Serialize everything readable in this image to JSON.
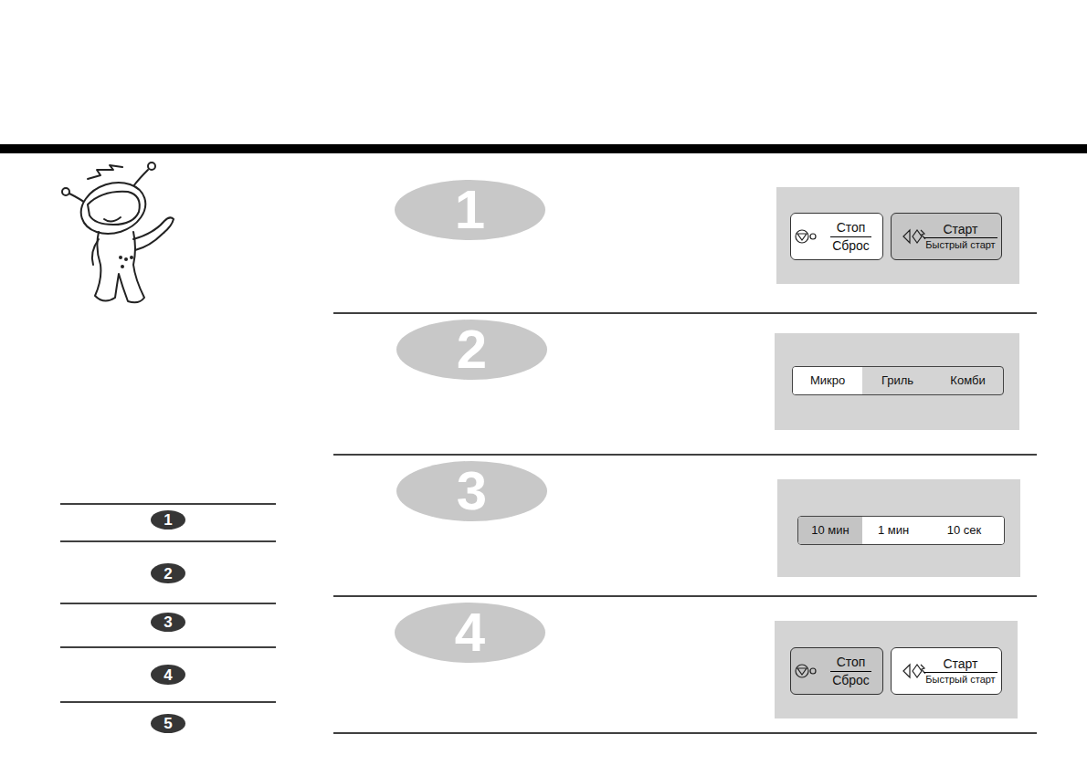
{
  "diagram": {
    "nodes": [
      {
        "text": [
          "1"
        ]
      },
      {
        "text": [
          "Стоп",
          "Сброс"
        ]
      },
      {
        "text": [
          "Старт",
          "Быстрый старт"
        ]
      },
      {
        "text": [
          "2"
        ]
      },
      {
        "text": [
          "Микро",
          "Гриль",
          "Комби"
        ]
      },
      {
        "text": [
          "3"
        ]
      },
      {
        "text": [
          "10 мин",
          "1 мин",
          "10 сек"
        ]
      },
      {
        "text": [
          "4"
        ]
      },
      {
        "text": [
          "Стоп",
          "Сброс"
        ]
      },
      {
        "text": [
          "Старт",
          "Быстрый старт"
        ]
      },
      {
        "text": [
          "1"
        ]
      },
      {
        "text": [
          "2"
        ]
      },
      {
        "text": [
          "3"
        ]
      },
      {
        "text": [
          "4"
        ]
      },
      {
        "text": [
          "5"
        ]
      }
    ]
  }
}
